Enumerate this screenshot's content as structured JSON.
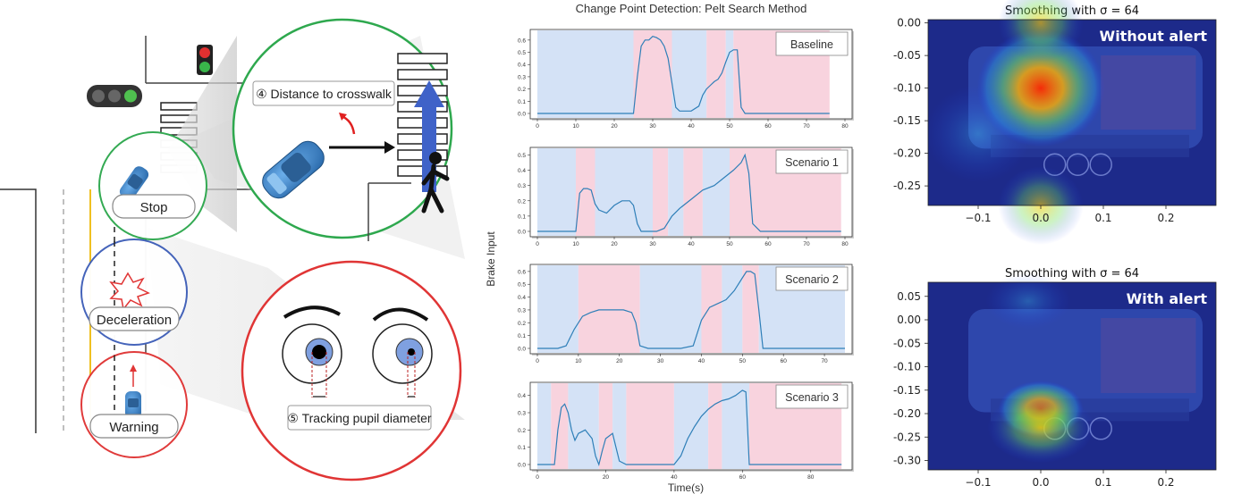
{
  "figure": {
    "left": {
      "labels": {
        "stop": "Stop",
        "deceleration": "Deceleration",
        "warning": "Warning",
        "distance": "④ Distance to crosswalk",
        "pupil": "⑤ Tracking pupil diameter"
      },
      "icons": [
        "traffic-light-icon",
        "pedestrian-signal-icon",
        "car-icon",
        "pedestrian-icon",
        "eye-icon",
        "crash-icon"
      ]
    },
    "middle": {
      "title": "Change Point Detection: Pelt Search Method",
      "ylabel": "Brake Input",
      "xlabel": "Time(s)"
    },
    "right": {
      "panels": [
        {
          "title": "Smoothing with  σ = 64",
          "badge": "Without alert"
        },
        {
          "title": "Smoothing with  σ = 64",
          "badge": "With alert"
        }
      ]
    }
  },
  "colors": {
    "blue_seg": "#d4e2f6",
    "pink_seg": "#f8d3de",
    "line": "#2f7fb8",
    "green": "#2ea84e",
    "red_ring": "#e03535",
    "blue_ring": "#3f5fb8",
    "car": "#3e86cf"
  },
  "chart_data": [
    {
      "type": "line",
      "legend": "Baseline",
      "xlim": [
        0,
        80
      ],
      "ylim": [
        0,
        0.65
      ],
      "xticks": [
        0,
        10,
        20,
        30,
        40,
        50,
        60,
        70,
        80
      ],
      "yticks": [
        0.0,
        0.1,
        0.2,
        0.3,
        0.4,
        0.5,
        0.6
      ],
      "segments": [
        [
          0,
          25,
          "blue"
        ],
        [
          25,
          35,
          "pink"
        ],
        [
          35,
          44,
          "blue"
        ],
        [
          44,
          49,
          "pink"
        ],
        [
          49,
          51,
          "blue"
        ],
        [
          51,
          76,
          "pink"
        ]
      ],
      "x": [
        0,
        25,
        26,
        27,
        28,
        29,
        30,
        31,
        32,
        33,
        34,
        35,
        36,
        37,
        38,
        40,
        42,
        43,
        44,
        45,
        46,
        47,
        48,
        49,
        50,
        51,
        52,
        53,
        54,
        76
      ],
      "y": [
        0.0,
        0.0,
        0.3,
        0.55,
        0.6,
        0.6,
        0.63,
        0.62,
        0.6,
        0.55,
        0.45,
        0.25,
        0.05,
        0.02,
        0.02,
        0.02,
        0.06,
        0.15,
        0.2,
        0.23,
        0.26,
        0.28,
        0.33,
        0.42,
        0.5,
        0.52,
        0.52,
        0.05,
        0.0,
        0.0
      ]
    },
    {
      "type": "line",
      "legend": "Scenario 1",
      "xlim": [
        0,
        80
      ],
      "ylim": [
        0,
        0.52
      ],
      "xticks": [
        0,
        10,
        20,
        30,
        40,
        50,
        60,
        70,
        80
      ],
      "yticks": [
        0.0,
        0.1,
        0.2,
        0.3,
        0.4,
        0.5
      ],
      "segments": [
        [
          0,
          10,
          "blue"
        ],
        [
          10,
          15,
          "pink"
        ],
        [
          15,
          30,
          "blue"
        ],
        [
          30,
          34,
          "pink"
        ],
        [
          34,
          38,
          "blue"
        ],
        [
          38,
          43,
          "pink"
        ],
        [
          43,
          50,
          "blue"
        ],
        [
          50,
          55,
          "pink"
        ],
        [
          55,
          79,
          "pink"
        ]
      ],
      "x": [
        0,
        10,
        11,
        12,
        13,
        14,
        15,
        16,
        18,
        20,
        22,
        24,
        25,
        26,
        27,
        28,
        30,
        31,
        33,
        35,
        37,
        40,
        43,
        46,
        49,
        51,
        53,
        54,
        55,
        56,
        58,
        79
      ],
      "y": [
        0.0,
        0.0,
        0.25,
        0.28,
        0.28,
        0.27,
        0.18,
        0.14,
        0.12,
        0.17,
        0.2,
        0.2,
        0.17,
        0.05,
        0.0,
        0.0,
        0.0,
        0.0,
        0.02,
        0.1,
        0.15,
        0.21,
        0.27,
        0.3,
        0.36,
        0.4,
        0.45,
        0.5,
        0.38,
        0.05,
        0.0,
        0.0
      ]
    },
    {
      "type": "line",
      "legend": "Scenario 2",
      "xlim": [
        0,
        75
      ],
      "ylim": [
        0,
        0.62
      ],
      "xticks": [
        0,
        10,
        20,
        30,
        40,
        50,
        60,
        70
      ],
      "yticks": [
        0.0,
        0.1,
        0.2,
        0.3,
        0.4,
        0.5,
        0.6
      ],
      "segments": [
        [
          0,
          10,
          "blue"
        ],
        [
          10,
          25,
          "pink"
        ],
        [
          25,
          40,
          "blue"
        ],
        [
          40,
          45,
          "pink"
        ],
        [
          45,
          50,
          "blue"
        ],
        [
          50,
          54,
          "pink"
        ],
        [
          54,
          75,
          "blue"
        ]
      ],
      "x": [
        0,
        5,
        7,
        9,
        11,
        13,
        15,
        17,
        19,
        21,
        23,
        24,
        25,
        27,
        30,
        35,
        38,
        40,
        42,
        44,
        46,
        48,
        50,
        51,
        52,
        53,
        54,
        55,
        75
      ],
      "y": [
        0.0,
        0.0,
        0.02,
        0.15,
        0.25,
        0.28,
        0.3,
        0.3,
        0.3,
        0.3,
        0.28,
        0.2,
        0.02,
        0.0,
        0.0,
        0.0,
        0.02,
        0.22,
        0.32,
        0.35,
        0.38,
        0.45,
        0.55,
        0.6,
        0.6,
        0.58,
        0.3,
        0.0,
        0.0
      ]
    },
    {
      "type": "line",
      "legend": "Scenario 3",
      "xlim": [
        0,
        90
      ],
      "ylim": [
        0,
        0.45
      ],
      "xticks": [
        0,
        20,
        40,
        60,
        80
      ],
      "yticks": [
        0.0,
        0.1,
        0.2,
        0.3,
        0.4
      ],
      "segments": [
        [
          0,
          4,
          "blue"
        ],
        [
          4,
          9,
          "pink"
        ],
        [
          9,
          18,
          "blue"
        ],
        [
          18,
          22,
          "pink"
        ],
        [
          22,
          26,
          "blue"
        ],
        [
          26,
          40,
          "pink"
        ],
        [
          40,
          50,
          "blue"
        ],
        [
          50,
          54,
          "pink"
        ],
        [
          54,
          62,
          "blue"
        ],
        [
          62,
          89,
          "pink"
        ]
      ],
      "x": [
        0,
        5,
        6,
        7,
        8,
        9,
        10,
        11,
        12,
        14,
        16,
        17,
        18,
        19,
        20,
        22,
        24,
        26,
        28,
        30,
        35,
        40,
        42,
        44,
        46,
        48,
        50,
        52,
        54,
        56,
        58,
        60,
        61,
        62,
        89
      ],
      "y": [
        0.0,
        0.0,
        0.2,
        0.33,
        0.35,
        0.3,
        0.2,
        0.14,
        0.18,
        0.2,
        0.15,
        0.05,
        0.0,
        0.08,
        0.15,
        0.18,
        0.02,
        0.0,
        0.0,
        0.0,
        0.0,
        0.0,
        0.05,
        0.15,
        0.22,
        0.28,
        0.32,
        0.35,
        0.37,
        0.38,
        0.4,
        0.43,
        0.42,
        0.0,
        0.0
      ]
    },
    {
      "type": "heatmap",
      "title": "Smoothing with  σ = 64",
      "badge": "Without alert",
      "xticks": [
        "-0.1",
        "0.0",
        "0.1",
        "0.2"
      ],
      "yticks": [
        "0.00",
        "-0.05",
        "-0.10",
        "-0.15",
        "-0.20",
        "-0.25"
      ],
      "xlim": [
        -0.18,
        0.28
      ],
      "ylim": [
        -0.28,
        0.005
      ],
      "hotspots": [
        {
          "x": 0.0,
          "y": -0.1,
          "intensity": 1.0,
          "spread": 0.06
        },
        {
          "x": 0.0,
          "y": 0.0,
          "intensity": 0.55,
          "spread": 0.04
        },
        {
          "x": 0.0,
          "y": -0.28,
          "intensity": 0.5,
          "spread": 0.04
        },
        {
          "x": -0.1,
          "y": -0.17,
          "intensity": 0.35,
          "spread": 0.05
        }
      ]
    },
    {
      "type": "heatmap",
      "title": "Smoothing with  σ = 64",
      "badge": "With alert",
      "xticks": [
        "-0.1",
        "0.0",
        "0.1",
        "0.2"
      ],
      "yticks": [
        "0.05",
        "0.00",
        "-0.05",
        "-0.10",
        "-0.15",
        "-0.20",
        "-0.25",
        "-0.30"
      ],
      "xlim": [
        -0.18,
        0.28
      ],
      "ylim": [
        -0.32,
        0.08
      ],
      "hotspots": [
        {
          "x": 0.0,
          "y": -0.19,
          "intensity": 1.0,
          "spread": 0.04
        },
        {
          "x": 0.0,
          "y": -0.23,
          "intensity": 0.8,
          "spread": 0.05
        },
        {
          "x": -0.02,
          "y": 0.04,
          "intensity": 0.3,
          "spread": 0.04
        }
      ]
    }
  ]
}
